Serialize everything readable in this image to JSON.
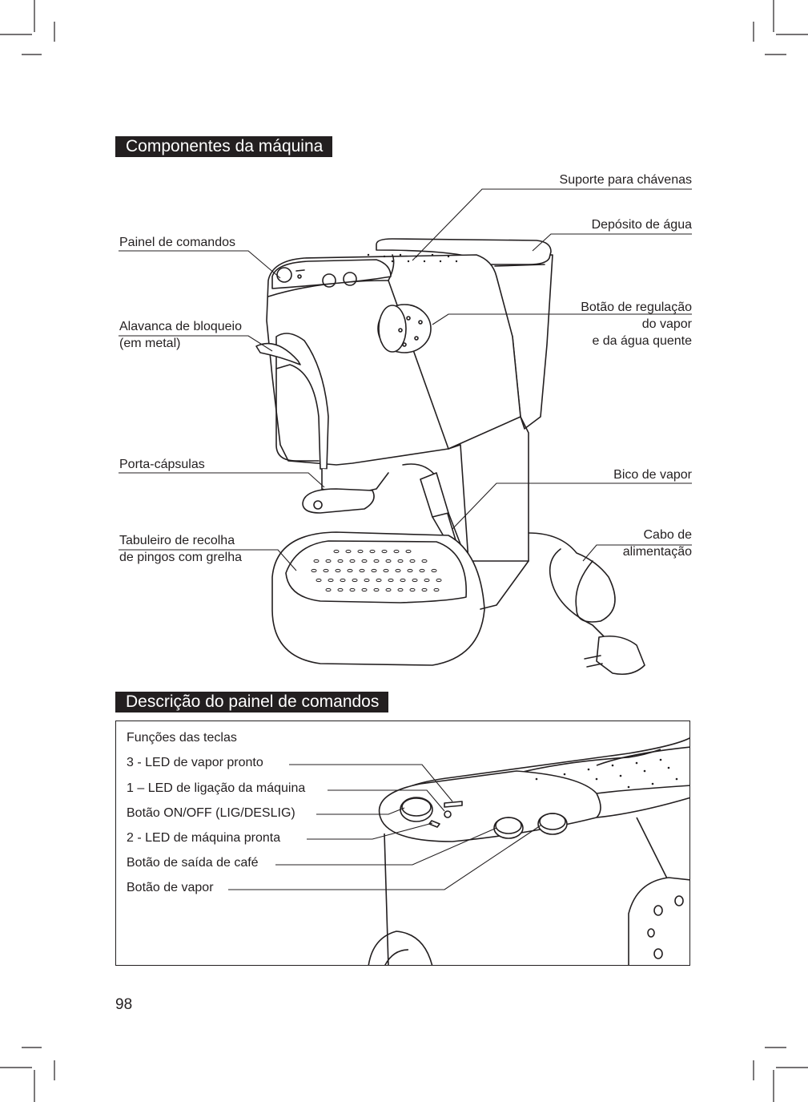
{
  "sections": {
    "components_title": "Componentes da máquina",
    "panel_title": "Descrição do painel de comandos"
  },
  "components": {
    "cup_support": "Suporte para chávenas",
    "water_tank": "Depósito de água",
    "control_panel": "Painel de comandos",
    "steam_knob": [
      "Botão de regulação",
      "do vapor",
      "e da água quente"
    ],
    "locking_lever": [
      "Alavanca de bloqueio",
      "(em metal)"
    ],
    "capsule_holder": "Porta-cápsulas",
    "steam_nozzle": "Bico de vapor",
    "power_cable": [
      "Cabo de",
      "alimentação"
    ],
    "drip_tray": [
      "Tabuleiro de recolha",
      "de pingos com grelha"
    ]
  },
  "panel": {
    "heading": "Funções das teclas",
    "items": [
      "3 -  LED de vapor pronto",
      "1 – LED de ligação da máquina",
      "Botão ON/OFF (LIG/DESLIG)",
      "2 -  LED de máquina pronta",
      "Botão de saída de café",
      "Botão de vapor"
    ]
  },
  "page_number": "98"
}
